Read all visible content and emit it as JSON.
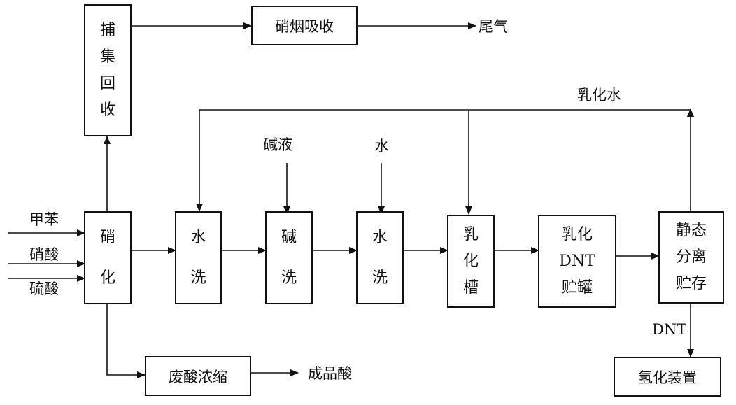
{
  "nodes": {
    "capture": [
      "捕",
      "集",
      "回",
      "收"
    ],
    "nox_absorb": "硝烟吸收",
    "tail_gas": "尾气",
    "emulsified_water": "乳化水",
    "nitration": [
      "硝",
      "化"
    ],
    "wash1": [
      "水",
      "洗"
    ],
    "alkali_wash": [
      "碱",
      "洗"
    ],
    "wash2": [
      "水",
      "洗"
    ],
    "emulsion_tank": [
      "乳",
      "化",
      "槽"
    ],
    "dnt_tank": [
      "乳化",
      "DNT",
      "贮罐"
    ],
    "static_sep": [
      "静态",
      "分离",
      "贮存"
    ],
    "hydrogenation": "氢化装置",
    "waste_acid": "废酸浓缩",
    "product_acid": "成品酸"
  },
  "inputs": {
    "toluene": "甲苯",
    "nitric_acid": "硝酸",
    "sulfuric_acid": "硫酸",
    "alkali_liquor": "碱液",
    "water": "水",
    "dnt": "DNT"
  },
  "colors": {
    "line": "#111111",
    "background": "#ffffff"
  }
}
